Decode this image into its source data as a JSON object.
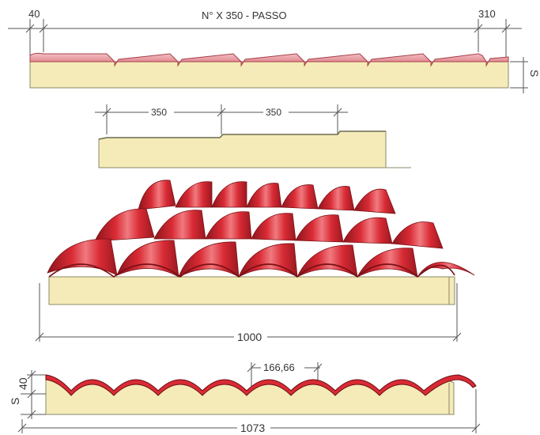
{
  "top_profile": {
    "left_dim": "40",
    "center_dim": "N° X 350 - PASSO",
    "right_dim": "310",
    "thickness_label": "S"
  },
  "step_detail": {
    "dim_1": "350",
    "dim_2": "350"
  },
  "perspective_view": {
    "width_dim": "1000"
  },
  "section_view": {
    "pitch_dim": "166,66",
    "thickness_label": "S",
    "rib_height_dim": "40",
    "total_width_dim": "1073"
  },
  "colors": {
    "metal": "#d92b35",
    "metal_dark": "#8c141c",
    "foam_core": "#f5ebb8",
    "top_profile_pink": "#eaa0a6"
  }
}
